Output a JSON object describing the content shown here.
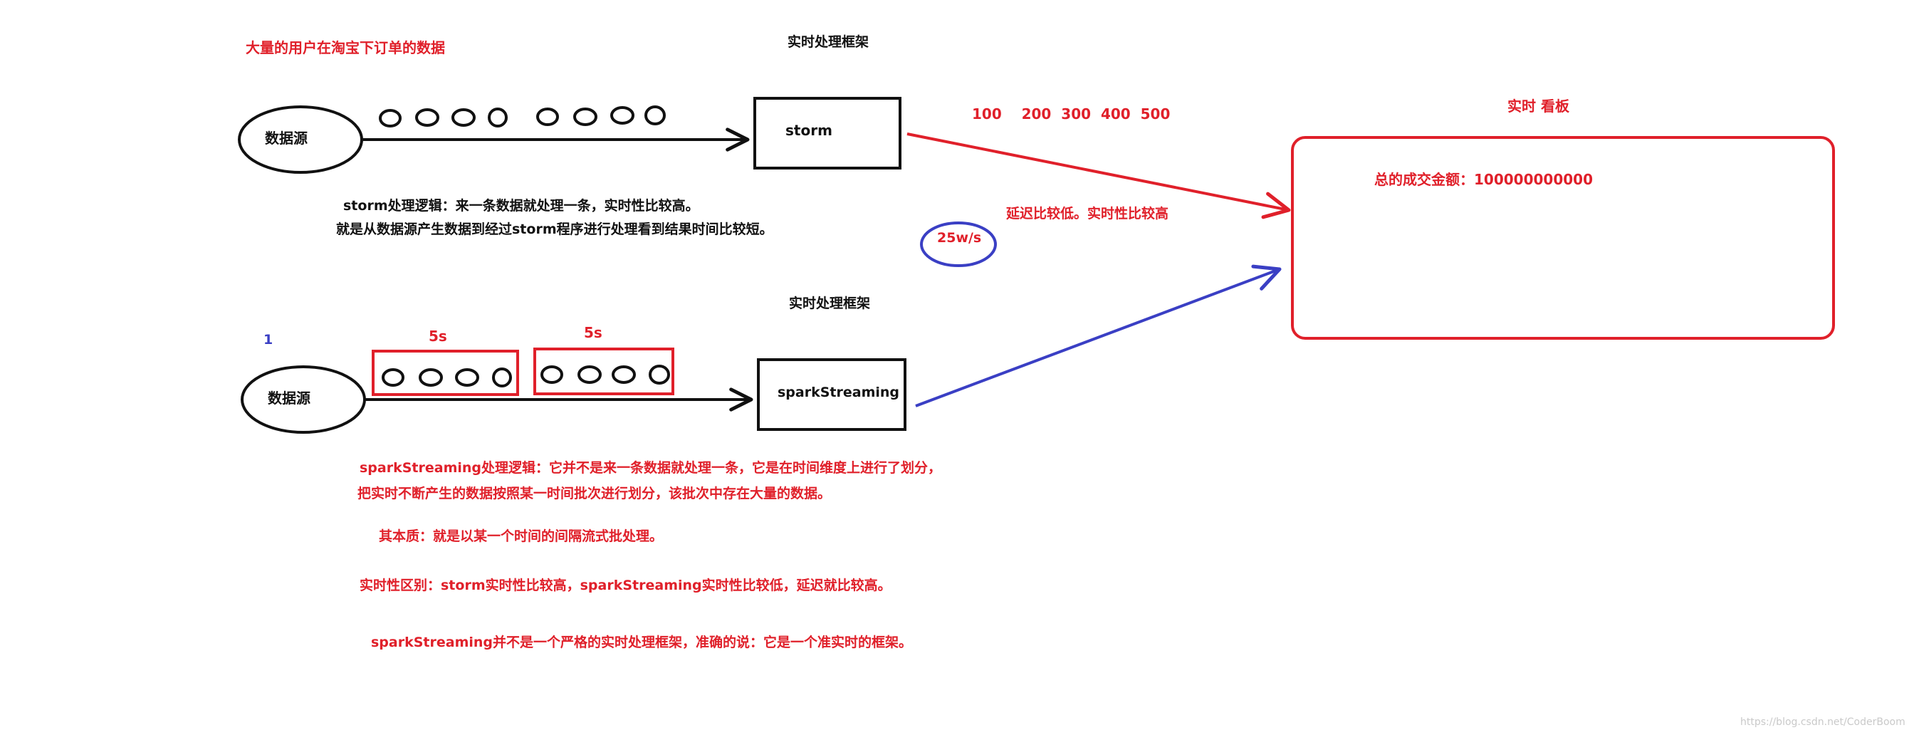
{
  "top": {
    "user_orders": "大量的用户在淘宝下订单的数据",
    "realtime_framework": "实时处理框架",
    "data_source": "数据源",
    "engine": "storm",
    "logic_line1": "storm处理逻辑：来一条数据就处理一条，实时性比较高。",
    "logic_line2": "就是从数据源产生数据到经过storm程序进行处理看到结果时间比较短。"
  },
  "middle": {
    "counts": "100    200  300  400  500",
    "latency": "延迟比较低。实时性比较高",
    "throughput": "25w/s"
  },
  "dashboard": {
    "title": "实时 看板",
    "total": "总的成交金额：100000000000"
  },
  "bottom": {
    "marker": "1",
    "batch1_label": "5s",
    "batch2_label": "5s",
    "realtime_framework": "实时处理框架",
    "data_source": "数据源",
    "engine": "sparkStreaming",
    "logic_line1": "sparkStreaming处理逻辑：它并不是来一条数据就处理一条，它是在时间维度上进行了划分，",
    "logic_line2": "把实时不断产生的数据按照某一时间批次进行划分，该批次中存在大量的数据。",
    "essence": "其本质：就是以某一个时间的间隔流式批处理。",
    "difference": "实时性区别：storm实时性比较高，sparkStreaming实时性比较低，延迟就比较高。",
    "conclusion": "sparkStreaming并不是一个严格的实时处理框架，准确的说：它是一个准实时的框架。"
  },
  "watermark": "https://blog.csdn.net/CoderBoom",
  "colors": {
    "red": "#e0202a",
    "blue": "#3a3fc4",
    "black": "#111111"
  }
}
